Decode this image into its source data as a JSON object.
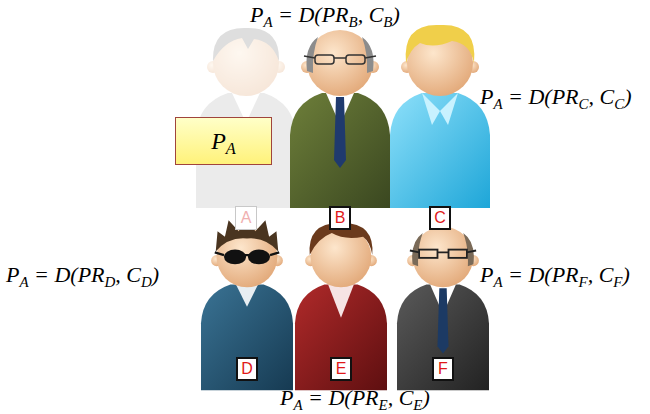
{
  "diagram": {
    "nodes": [
      {
        "text": [
          "PA"
        ]
      },
      {
        "text": [
          "A"
        ]
      },
      {
        "text": [
          "B"
        ]
      },
      {
        "text": [
          "C"
        ]
      },
      {
        "text": [
          "D"
        ]
      },
      {
        "text": [
          "E"
        ]
      },
      {
        "text": [
          "F"
        ]
      }
    ],
    "labels": [
      "PA = D(PRB, CB)",
      "PA = D(PRC, CC)",
      "PA = D(PRD, CD)",
      "PA = D(PRF, CF)",
      "PA = D(PRE, CE)"
    ]
  }
}
